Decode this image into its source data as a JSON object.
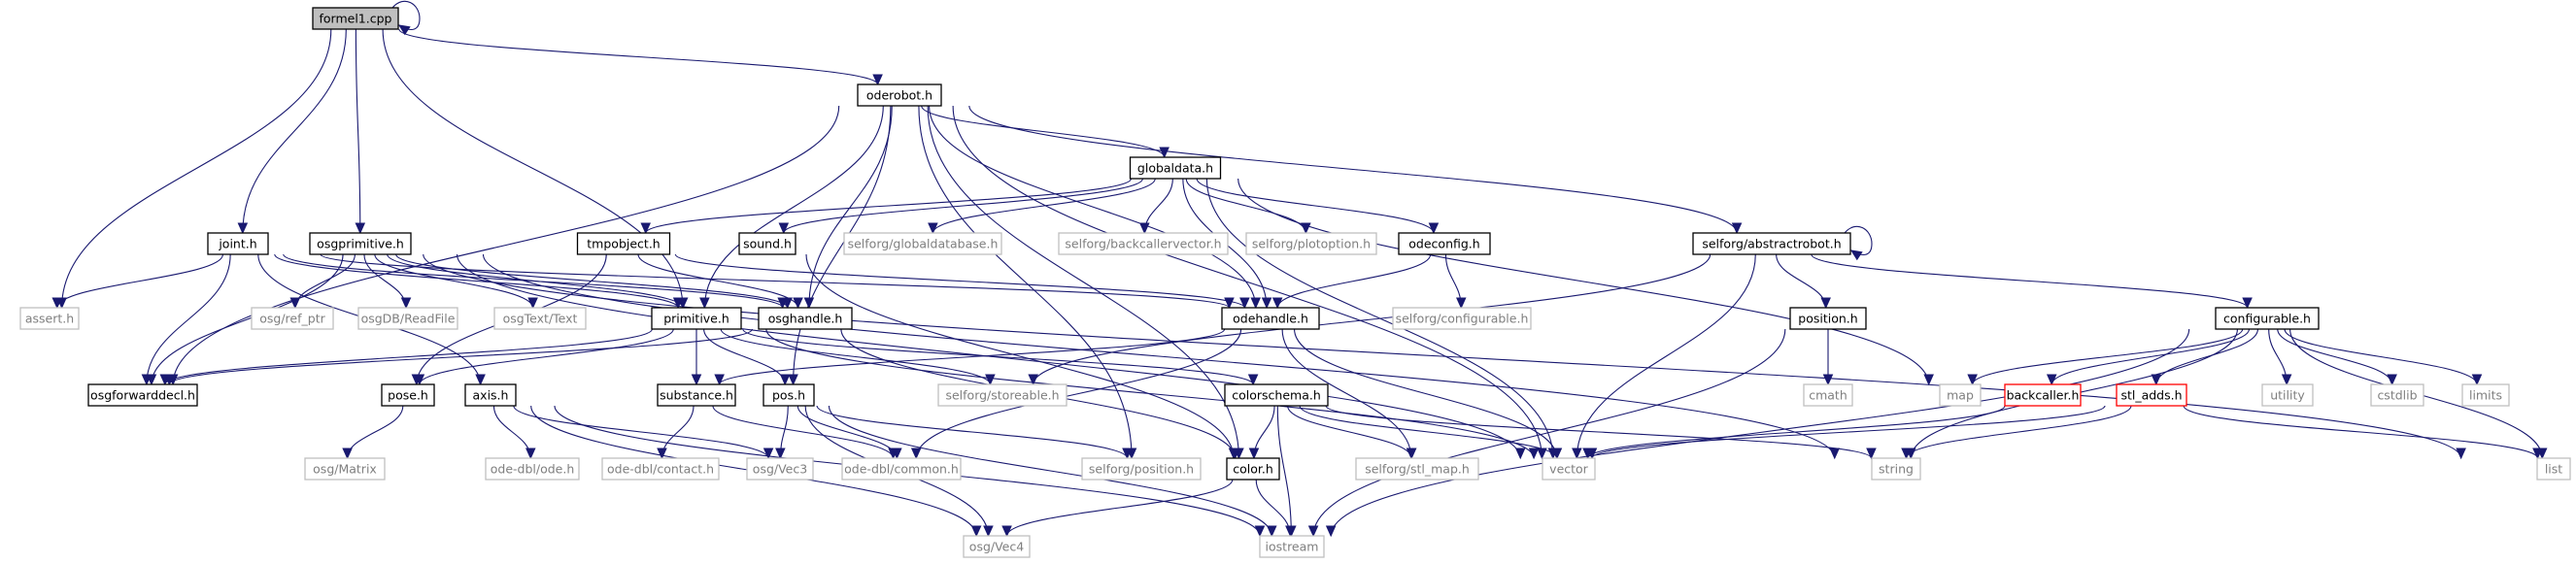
{
  "colors": {
    "edge": "#191970",
    "normal_border": "#000000",
    "normal_fill": "#ffffff",
    "system_border": "#bfbfbf",
    "system_text": "#7f7f7f",
    "root_fill": "#bfbfbf",
    "missing_border": "#ff0000"
  },
  "nodes": [
    {
      "id": "formel1",
      "label": "formel1.cpp",
      "kind": "root"
    },
    {
      "id": "oderobot",
      "label": "oderobot.h",
      "kind": "normal"
    },
    {
      "id": "globaldata",
      "label": "globaldata.h",
      "kind": "normal"
    },
    {
      "id": "joint",
      "label": "joint.h",
      "kind": "normal"
    },
    {
      "id": "osgprimitive",
      "label": "osgprimitive.h",
      "kind": "normal"
    },
    {
      "id": "tmpobject",
      "label": "tmpobject.h",
      "kind": "normal"
    },
    {
      "id": "sound",
      "label": "sound.h",
      "kind": "normal"
    },
    {
      "id": "sf_globaldatabase",
      "label": "selforg/globaldatabase.h",
      "kind": "system"
    },
    {
      "id": "sf_backcallervector",
      "label": "selforg/backcallervector.h",
      "kind": "system"
    },
    {
      "id": "sf_plotoption",
      "label": "selforg/plotoption.h",
      "kind": "system"
    },
    {
      "id": "odeconfig",
      "label": "odeconfig.h",
      "kind": "normal"
    },
    {
      "id": "sf_abstractrobot",
      "label": "selforg/abstractrobot.h",
      "kind": "normal"
    },
    {
      "id": "assert",
      "label": "assert.h",
      "kind": "system"
    },
    {
      "id": "osg_ref_ptr",
      "label": "osg/ref_ptr",
      "kind": "system"
    },
    {
      "id": "osgdb_readfile",
      "label": "osgDB/ReadFile",
      "kind": "system"
    },
    {
      "id": "osgtext_text",
      "label": "osgText/Text",
      "kind": "system"
    },
    {
      "id": "primitive",
      "label": "primitive.h",
      "kind": "normal"
    },
    {
      "id": "osghandle",
      "label": "osghandle.h",
      "kind": "normal"
    },
    {
      "id": "odehandle",
      "label": "odehandle.h",
      "kind": "normal"
    },
    {
      "id": "sf_configurable",
      "label": "selforg/configurable.h",
      "kind": "system"
    },
    {
      "id": "position",
      "label": "position.h",
      "kind": "normal"
    },
    {
      "id": "configurable",
      "label": "configurable.h",
      "kind": "normal"
    },
    {
      "id": "osgforwarddecl",
      "label": "osgforwarddecl.h",
      "kind": "normal"
    },
    {
      "id": "pose",
      "label": "pose.h",
      "kind": "normal"
    },
    {
      "id": "axis",
      "label": "axis.h",
      "kind": "normal"
    },
    {
      "id": "substance",
      "label": "substance.h",
      "kind": "normal"
    },
    {
      "id": "pos",
      "label": "pos.h",
      "kind": "normal"
    },
    {
      "id": "sf_storeable",
      "label": "selforg/storeable.h",
      "kind": "system"
    },
    {
      "id": "colorschema",
      "label": "colorschema.h",
      "kind": "normal"
    },
    {
      "id": "cmath",
      "label": "cmath",
      "kind": "system"
    },
    {
      "id": "map",
      "label": "map",
      "kind": "system"
    },
    {
      "id": "backcaller",
      "label": "backcaller.h",
      "kind": "missing"
    },
    {
      "id": "stl_adds",
      "label": "stl_adds.h",
      "kind": "missing"
    },
    {
      "id": "utility",
      "label": "utility",
      "kind": "system"
    },
    {
      "id": "cstdlib",
      "label": "cstdlib",
      "kind": "system"
    },
    {
      "id": "limits",
      "label": "limits",
      "kind": "system"
    },
    {
      "id": "list",
      "label": "list",
      "kind": "system"
    },
    {
      "id": "osg_matrix",
      "label": "osg/Matrix",
      "kind": "system"
    },
    {
      "id": "odedbl_ode",
      "label": "ode-dbl/ode.h",
      "kind": "system"
    },
    {
      "id": "odedbl_contact",
      "label": "ode-dbl/contact.h",
      "kind": "system"
    },
    {
      "id": "osg_vec3",
      "label": "osg/Vec3",
      "kind": "system"
    },
    {
      "id": "odedbl_common",
      "label": "ode-dbl/common.h",
      "kind": "system"
    },
    {
      "id": "sf_position",
      "label": "selforg/position.h",
      "kind": "system"
    },
    {
      "id": "color",
      "label": "color.h",
      "kind": "normal"
    },
    {
      "id": "sf_stl_map",
      "label": "selforg/stl_map.h",
      "kind": "system"
    },
    {
      "id": "vector",
      "label": "vector",
      "kind": "system"
    },
    {
      "id": "string",
      "label": "string",
      "kind": "system"
    },
    {
      "id": "osg_vec4",
      "label": "osg/Vec4",
      "kind": "system"
    },
    {
      "id": "iostream",
      "label": "iostream",
      "kind": "system"
    }
  ],
  "edges": [
    [
      "formel1",
      "formel1"
    ],
    [
      "formel1",
      "oderobot"
    ],
    [
      "formel1",
      "joint"
    ],
    [
      "formel1",
      "osgprimitive"
    ],
    [
      "formel1",
      "assert"
    ],
    [
      "formel1",
      "primitive"
    ],
    [
      "oderobot",
      "globaldata"
    ],
    [
      "oderobot",
      "sf_abstractrobot"
    ],
    [
      "oderobot",
      "primitive"
    ],
    [
      "oderobot",
      "osghandle"
    ],
    [
      "oderobot",
      "odehandle"
    ],
    [
      "oderobot",
      "vector"
    ],
    [
      "oderobot",
      "osgforwarddecl"
    ],
    [
      "oderobot",
      "pos"
    ],
    [
      "oderobot",
      "sf_position"
    ],
    [
      "oderobot",
      "color"
    ],
    [
      "globaldata",
      "tmpobject"
    ],
    [
      "globaldata",
      "sound"
    ],
    [
      "globaldata",
      "sf_globaldatabase"
    ],
    [
      "globaldata",
      "sf_backcallervector"
    ],
    [
      "globaldata",
      "sf_plotoption"
    ],
    [
      "globaldata",
      "odeconfig"
    ],
    [
      "globaldata",
      "odehandle"
    ],
    [
      "globaldata",
      "map"
    ],
    [
      "globaldata",
      "vector"
    ],
    [
      "joint",
      "assert"
    ],
    [
      "joint",
      "osgforwarddecl"
    ],
    [
      "joint",
      "primitive"
    ],
    [
      "joint",
      "osghandle"
    ],
    [
      "joint",
      "odehandle"
    ],
    [
      "joint",
      "axis"
    ],
    [
      "joint",
      "list"
    ],
    [
      "osgprimitive",
      "osg_ref_ptr"
    ],
    [
      "osgprimitive",
      "osgdb_readfile"
    ],
    [
      "osgprimitive",
      "osgtext_text"
    ],
    [
      "osgprimitive",
      "osgforwarddecl"
    ],
    [
      "osgprimitive",
      "osghandle"
    ],
    [
      "osgprimitive",
      "primitive"
    ],
    [
      "osgprimitive",
      "vector"
    ],
    [
      "osgprimitive",
      "string"
    ],
    [
      "tmpobject",
      "osghandle"
    ],
    [
      "tmpobject",
      "odehandle"
    ],
    [
      "tmpobject",
      "pose"
    ],
    [
      "sound",
      "color"
    ],
    [
      "odeconfig",
      "odehandle"
    ],
    [
      "odeconfig",
      "sf_configurable"
    ],
    [
      "sf_abstractrobot",
      "sf_abstractrobot"
    ],
    [
      "sf_abstractrobot",
      "configurable"
    ],
    [
      "sf_abstractrobot",
      "position"
    ],
    [
      "sf_abstractrobot",
      "vector"
    ],
    [
      "sf_abstractrobot",
      "sf_storeable"
    ],
    [
      "primitive",
      "osgforwarddecl"
    ],
    [
      "primitive",
      "pose"
    ],
    [
      "primitive",
      "substance"
    ],
    [
      "primitive",
      "pos"
    ],
    [
      "primitive",
      "sf_storeable"
    ],
    [
      "primitive",
      "colorschema"
    ],
    [
      "primitive",
      "vector"
    ],
    [
      "osghandle",
      "osgforwarddecl"
    ],
    [
      "osghandle",
      "color"
    ],
    [
      "odehandle",
      "odedbl_common"
    ],
    [
      "odehandle",
      "substance"
    ],
    [
      "odehandle",
      "sf_stl_map"
    ],
    [
      "odehandle",
      "vector"
    ],
    [
      "position",
      "cmath"
    ],
    [
      "position",
      "iostream"
    ],
    [
      "configurable",
      "map"
    ],
    [
      "configurable",
      "backcaller"
    ],
    [
      "configurable",
      "stl_adds"
    ],
    [
      "configurable",
      "utility"
    ],
    [
      "configurable",
      "cstdlib"
    ],
    [
      "configurable",
      "limits"
    ],
    [
      "configurable",
      "list"
    ],
    [
      "configurable",
      "string"
    ],
    [
      "configurable",
      "iostream"
    ],
    [
      "pose",
      "osg_matrix"
    ],
    [
      "axis",
      "odedbl_ode"
    ],
    [
      "axis",
      "osg_vec3"
    ],
    [
      "axis",
      "osg_vec4"
    ],
    [
      "axis",
      "iostream"
    ],
    [
      "substance",
      "odedbl_contact"
    ],
    [
      "substance",
      "odedbl_common"
    ],
    [
      "pos",
      "osg_vec3"
    ],
    [
      "pos",
      "odedbl_common"
    ],
    [
      "pos",
      "sf_position"
    ],
    [
      "pos",
      "osg_vec4"
    ],
    [
      "pos",
      "iostream"
    ],
    [
      "colorschema",
      "color"
    ],
    [
      "colorschema",
      "sf_stl_map"
    ],
    [
      "colorschema",
      "vector"
    ],
    [
      "colorschema",
      "iostream"
    ],
    [
      "colorschema",
      "string"
    ],
    [
      "color",
      "osg_vec4"
    ],
    [
      "color",
      "iostream"
    ],
    [
      "backcaller",
      "vector"
    ],
    [
      "stl_adds",
      "list"
    ],
    [
      "stl_adds",
      "string"
    ],
    [
      "stl_adds",
      "vector"
    ]
  ]
}
